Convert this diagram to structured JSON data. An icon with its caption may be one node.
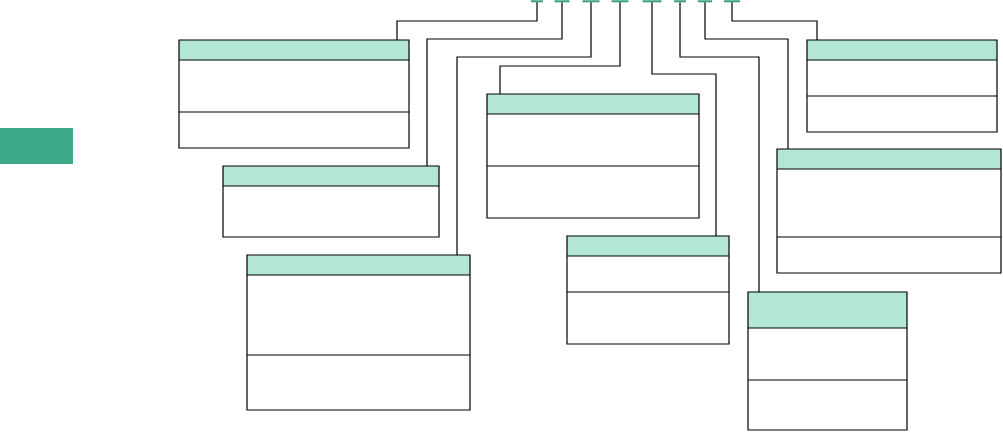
{
  "diagram": {
    "nodes": [
      {
        "text": [],
        "shape": "block"
      },
      {
        "text": [],
        "shape": "bar"
      },
      {
        "text": [],
        "shape": "bar"
      },
      {
        "text": [],
        "shape": "bar"
      },
      {
        "text": [],
        "shape": "bar"
      },
      {
        "text": [],
        "shape": "bar"
      },
      {
        "text": [],
        "shape": "bar"
      },
      {
        "text": [],
        "shape": "bar"
      },
      {
        "text": [],
        "shape": "bar"
      },
      {
        "text": [],
        "shape": "box"
      },
      {
        "text": [],
        "shape": "box"
      },
      {
        "text": [],
        "shape": "box"
      },
      {
        "text": [],
        "shape": "box"
      },
      {
        "text": [],
        "shape": "box"
      },
      {
        "text": [],
        "shape": "box"
      },
      {
        "text": [],
        "shape": "box"
      },
      {
        "text": [],
        "shape": "box"
      }
    ],
    "edges": [
      {
        "from": 1,
        "to": 9,
        "arrow": "none"
      },
      {
        "from": 2,
        "to": 13,
        "arrow": "none"
      },
      {
        "from": 3,
        "to": 15,
        "arrow": "none"
      },
      {
        "from": 4,
        "to": 11,
        "arrow": "none"
      },
      {
        "from": 5,
        "to": 14,
        "arrow": "none"
      },
      {
        "from": 6,
        "to": 16,
        "arrow": "none"
      },
      {
        "from": 7,
        "to": 12,
        "arrow": "none"
      },
      {
        "from": 8,
        "to": 10,
        "arrow": "none"
      }
    ]
  }
}
